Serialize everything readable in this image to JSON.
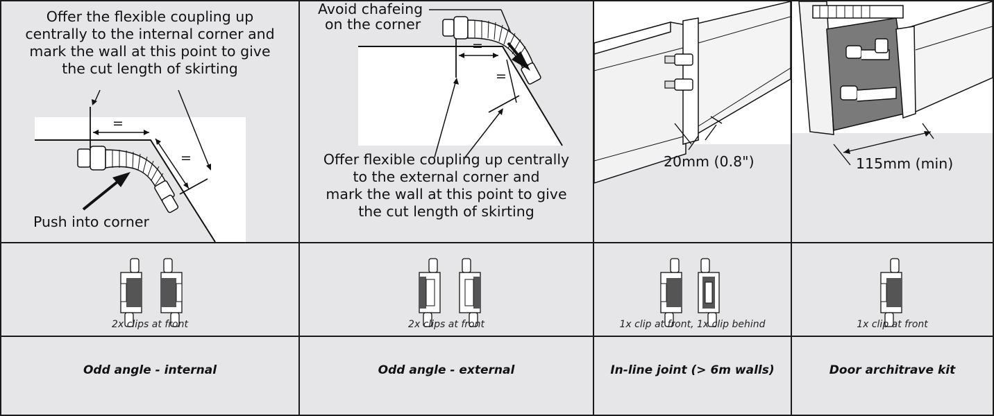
{
  "panels": [
    {
      "id": "odd-angle-internal",
      "notes": {
        "top": "Offer the flexible coupling up centrally to the internal corner and mark the wall at this point to give the cut length of skirting",
        "top_lines": [
          "Offer the flexible coupling up",
          "centrally to the internal corner and",
          "mark the wall at this point to give",
          "the cut length of skirting"
        ],
        "push": "Push into corner",
        "equal_a": "=",
        "equal_b": "="
      },
      "clip_caption": "2x clips at front",
      "title": "Odd angle - internal"
    },
    {
      "id": "odd-angle-external",
      "notes": {
        "avoid_lines": [
          "Avoid chafeing",
          "on the corner"
        ],
        "bottom_lines": [
          "Offer flexible coupling up centrally",
          "to the external corner and",
          "mark the wall at this point to give",
          "the cut length of skirting"
        ],
        "equal_a": "=",
        "equal_b": "="
      },
      "clip_caption": "2x clips at front",
      "title": "Odd angle - external"
    },
    {
      "id": "in-line-joint",
      "notes": {
        "dimension": "20mm (0.8\")"
      },
      "clip_caption": "1x clip at front, 1x clip behind",
      "title": "In-line joint (> 6m walls)"
    },
    {
      "id": "door-architrave-kit",
      "notes": {
        "dimension": "115mm (min)"
      },
      "clip_caption": "1x clip at front",
      "title": "Door architrave kit"
    }
  ],
  "colors": {
    "panel_bg": "#e6e6e8",
    "border": "#1a1a1a",
    "clip_dark": "#555555",
    "wall_white": "#ffffff"
  }
}
